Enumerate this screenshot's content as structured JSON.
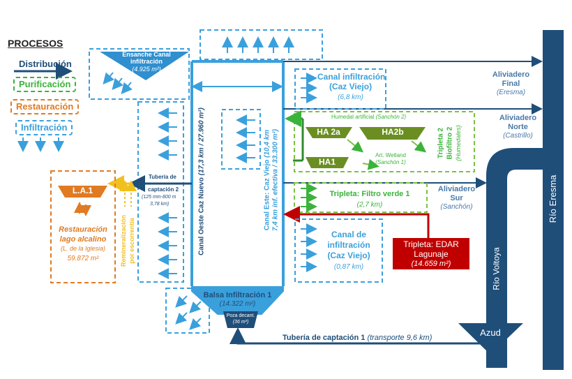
{
  "legend": {
    "title": "PROCESOS",
    "items": [
      {
        "label": "Distribución",
        "color": "#1f4e79"
      },
      {
        "label": "Purificación",
        "color": "#3bb33b"
      },
      {
        "label": "Restauración",
        "color": "#e07b22"
      },
      {
        "label": "Infiltración",
        "color": "#3aa0dc"
      }
    ]
  },
  "ensanche": {
    "title": "Ensanche Canal",
    "subtitle": "infiltración",
    "area": "(4.925 m²)"
  },
  "canal_oeste": {
    "label": "Canal Oeste Caz Nuevo",
    "detail": "(17,3 km / 27.960 m²)"
  },
  "canal_este": {
    "label": "Canal Este: Caz Viejo",
    "detail": "(10,4 km",
    "detail2": "7,4 km inf. efectiva / 33.300 m²)"
  },
  "canal_infiltracion_top": {
    "title": "Canal infiltración",
    "subtitle": "(Caz Viejo)",
    "length": "(6,8 km)"
  },
  "humedal": {
    "title": "Humedal artificial",
    "place": "(Sanchón 2)",
    "ha2a": "HA 2a",
    "ha2b": "HA2b",
    "ha1": "HA1",
    "wetland": "Art. Wetland",
    "wetland_place": "(Sanchón 1)"
  },
  "tripleta2": {
    "title": "Tripleta 2",
    "subtitle": "Biofiltro 2",
    "detail": "(Humedales)"
  },
  "tripleta_filtro": {
    "title": "Tripleta: Filtro verde 1",
    "length": "(2,7 km)"
  },
  "canal_infiltracion_bottom": {
    "title": "Canal de",
    "title2": "infiltración",
    "subtitle": "(Caz Viejo)",
    "length": "(0,87 km)"
  },
  "edar": {
    "title": "Tripleta: EDAR",
    "subtitle": "Lagunaje",
    "area": "(14.659 m²)"
  },
  "aliviaderos": {
    "final": {
      "title": "Aliviadero",
      "subtitle": "Final",
      "place": "(Eresma)"
    },
    "norte": {
      "title": "Aliviadero",
      "subtitle": "Norte",
      "place": "(Castrillo)"
    },
    "sur": {
      "title": "Aliviadero",
      "subtitle": "Sur",
      "place": "(Sanchón)"
    }
  },
  "rivers": {
    "eresma": "Río Eresma",
    "voltoya": "Río Voltoya",
    "azud": "Azud"
  },
  "tuberia2": {
    "title": "Tubería de",
    "subtitle": "captación 2",
    "detail": "(125 mm-800 m",
    "detail2": "3,78 km)"
  },
  "tuberia1": {
    "title": "Tubería de captación 1",
    "detail": "(transporte 9,6 km)"
  },
  "la1": {
    "title": "L.A.1",
    "rest": "Restauración",
    "rest2": "lago alcalino",
    "place": "(L. de la Iglesia)",
    "area": "59.872 m²"
  },
  "remin": {
    "title": "Remineralización",
    "subtitle": "por escorrentía"
  },
  "balsa": {
    "title": "Balsa Infiltración 1",
    "area": "(14.322 m²)"
  },
  "poza": {
    "title": "Poza decant.",
    "area": "(36 m²)"
  },
  "colors": {
    "dark_blue": "#1f4e79",
    "light_blue": "#3aa0dc",
    "green": "#3bb33b",
    "olive": "#6b8e23",
    "orange": "#e07b22",
    "red": "#c00000",
    "yellow": "#f2c01e"
  }
}
